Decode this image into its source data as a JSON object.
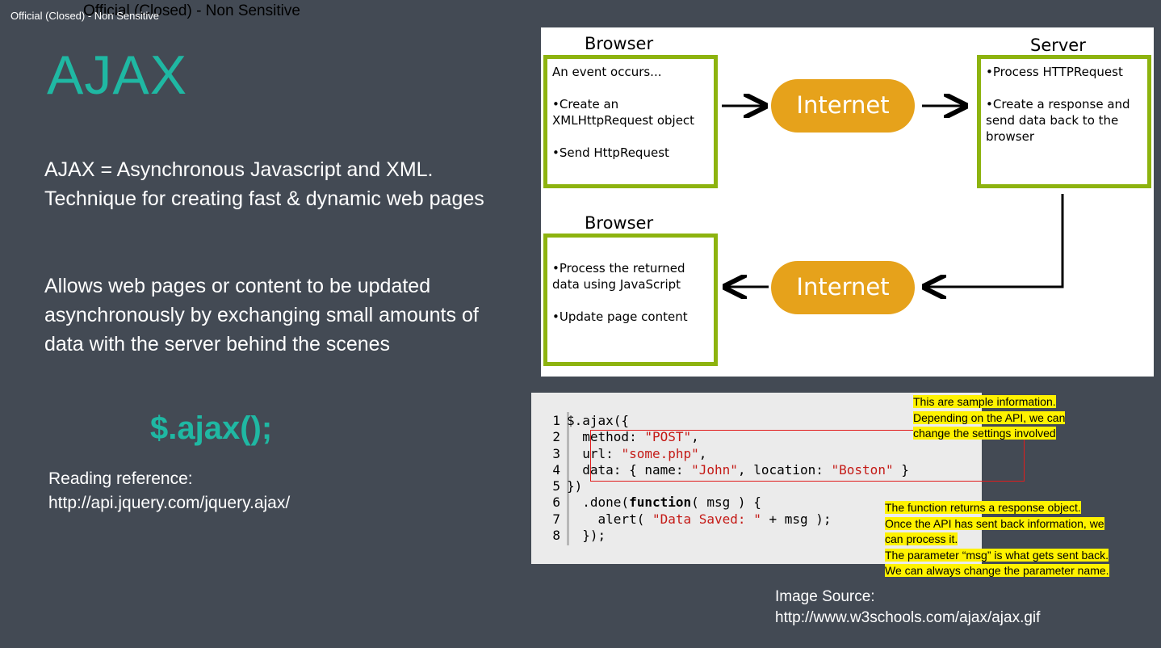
{
  "header": {
    "classification_small": "Official (Closed) - Non Sensitive",
    "classification_large": "Official (Closed) - Non Sensitive"
  },
  "slide": {
    "title": "AJAX",
    "paragraph1": "AJAX = Asynchronous Javascript and XML. Technique for creating fast & dynamic web pages",
    "paragraph2": "Allows web pages or content to be updated asynchronously by exchanging small amounts of data with the server behind the scenes",
    "ajax_call": "$.ajax();",
    "reference_label": "Reading reference:",
    "reference_url": "http://api.jquery.com/jquery.ajax/"
  },
  "diagram": {
    "browser_label_top": "Browser",
    "server_label": "Server",
    "browser_label_bottom": "Browser",
    "browser_top": {
      "intro": "An event occurs...",
      "items": [
        "•Create an XMLHttpRequest object",
        "•Send HttpRequest"
      ]
    },
    "server": {
      "items": [
        "•Process HTTPRequest",
        "•Create a response and send data back to the browser"
      ]
    },
    "browser_bottom": {
      "items": [
        "•Process the returned data using JavaScript",
        "•Update page content"
      ]
    },
    "internet_top": "Internet",
    "internet_bottom": "Internet",
    "colors": {
      "box_border": "#8db30f",
      "pill": "#e6a21b"
    }
  },
  "code": {
    "line_numbers": [
      "1",
      "2",
      "3",
      "4",
      "5",
      "6",
      "7",
      "8"
    ],
    "l1": "$.ajax({",
    "l2_key": "  method: ",
    "l2_val": "\"POST\"",
    "l2_end": ",",
    "l3_key": "  url: ",
    "l3_val": "\"some.php\"",
    "l3_end": ",",
    "l4_key": "  data: { name: ",
    "l4_val1": "\"John\"",
    "l4_mid": ", location: ",
    "l4_val2": "\"Boston\"",
    "l4_end": " }",
    "l5": "})",
    "l6_pre": "  .done(",
    "l6_kw": "function",
    "l6_post": "( msg ) {",
    "l7_pre": "    alert( ",
    "l7_val": "\"Data Saved: \"",
    "l7_post": " + msg );",
    "l8": "  });"
  },
  "notes": {
    "note1": [
      "This are sample information.",
      "Depending on the API, we can",
      "change the settings involved"
    ],
    "note2": [
      "The function returns a response object.",
      "Once the API has sent back information, we",
      "can process it.",
      "The parameter “msg” is what gets sent back.",
      "We can always change the parameter name."
    ]
  },
  "source": {
    "label": "Image Source:",
    "url": "http://www.w3schools.com/ajax/ajax.gif"
  }
}
